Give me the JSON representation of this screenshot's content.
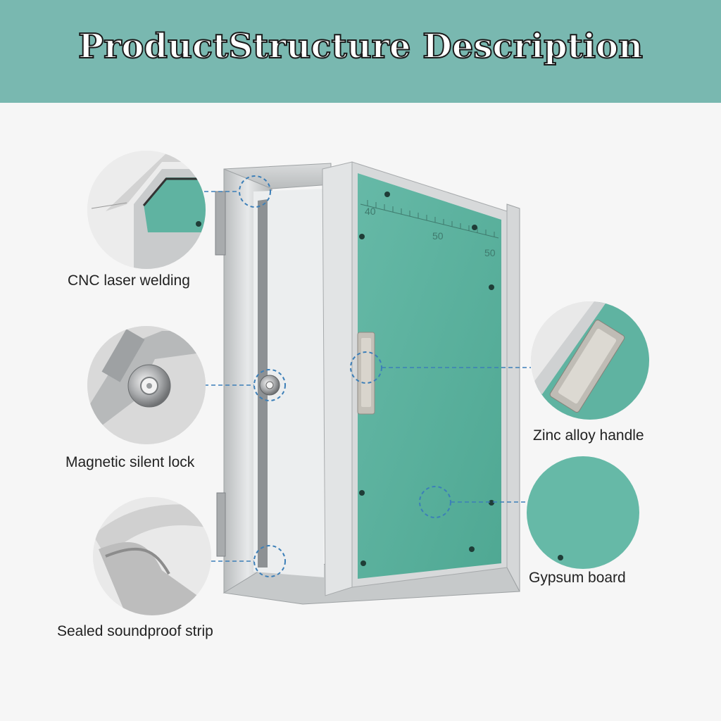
{
  "banner": {
    "title": "ProductStructure Description",
    "color": "#79b8b0"
  },
  "scale": {
    "tick_40": "40",
    "tick_50a": "50",
    "tick_50b": "50"
  },
  "features": [
    {
      "id": "cnc",
      "label": "CNC laser welding"
    },
    {
      "id": "lock",
      "label": "Magnetic silent lock"
    },
    {
      "id": "strip",
      "label": "Sealed soundproof strip"
    },
    {
      "id": "handle",
      "label": "Zinc alloy handle"
    },
    {
      "id": "board",
      "label": "Gypsum board"
    }
  ],
  "colors": {
    "gypsum": "#5fb3a1",
    "frame": "#cfd2d3",
    "callout": "#3c7fb8"
  }
}
